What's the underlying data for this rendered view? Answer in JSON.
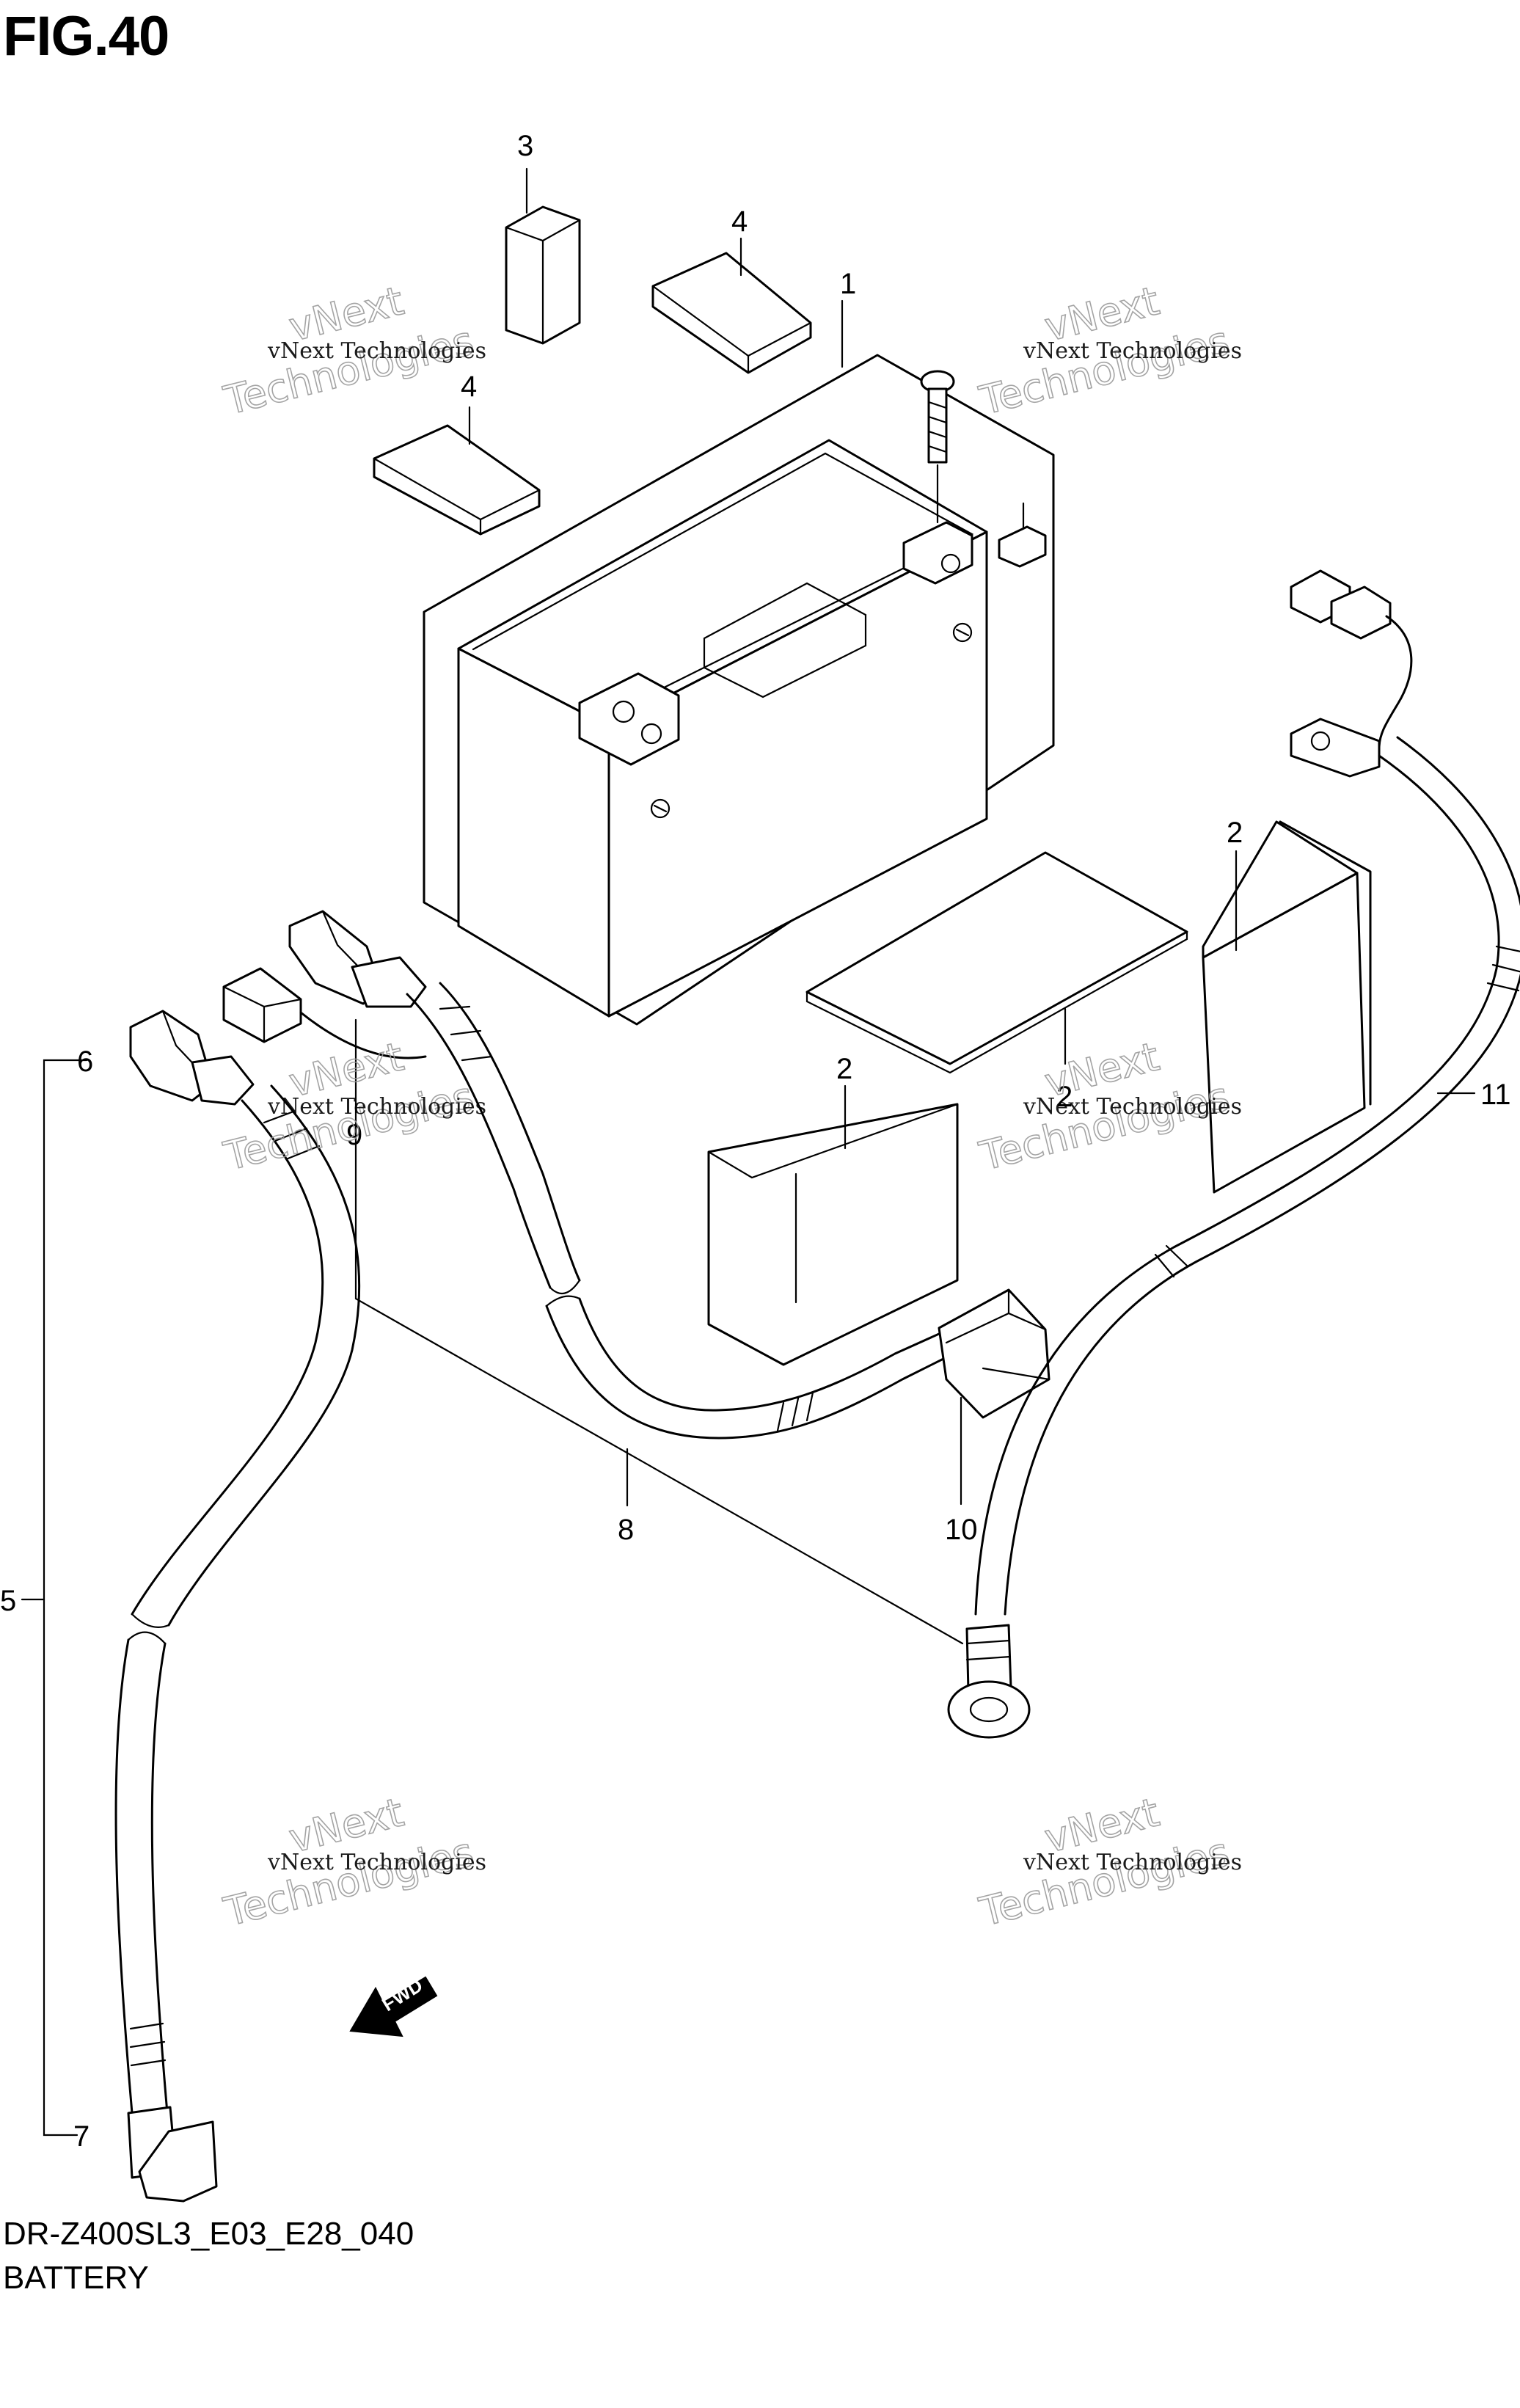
{
  "figure": {
    "title": "FIG.40",
    "model_code": "DR-Z400SL3_E03_E28_040",
    "name": "BATTERY"
  },
  "callouts": [
    {
      "id": "c1",
      "label": "1"
    },
    {
      "id": "c2a",
      "label": "2"
    },
    {
      "id": "c2b",
      "label": "2"
    },
    {
      "id": "c2c",
      "label": "2"
    },
    {
      "id": "c3",
      "label": "3"
    },
    {
      "id": "c4a",
      "label": "4"
    },
    {
      "id": "c4b",
      "label": "4"
    },
    {
      "id": "c5",
      "label": "5"
    },
    {
      "id": "c6",
      "label": "6"
    },
    {
      "id": "c7",
      "label": "7"
    },
    {
      "id": "c8",
      "label": "8"
    },
    {
      "id": "c9",
      "label": "9"
    },
    {
      "id": "c10",
      "label": "10"
    },
    {
      "id": "c11",
      "label": "11"
    }
  ],
  "watermark": {
    "small_text": "vNext Technologies",
    "big_word_1": "vNext",
    "big_word_2": "Technologies"
  },
  "fwd_arrow": {
    "label": "FWD"
  },
  "colors": {
    "ink": "#000000",
    "paper": "#ffffff",
    "watermark": "#9a9a9a"
  }
}
